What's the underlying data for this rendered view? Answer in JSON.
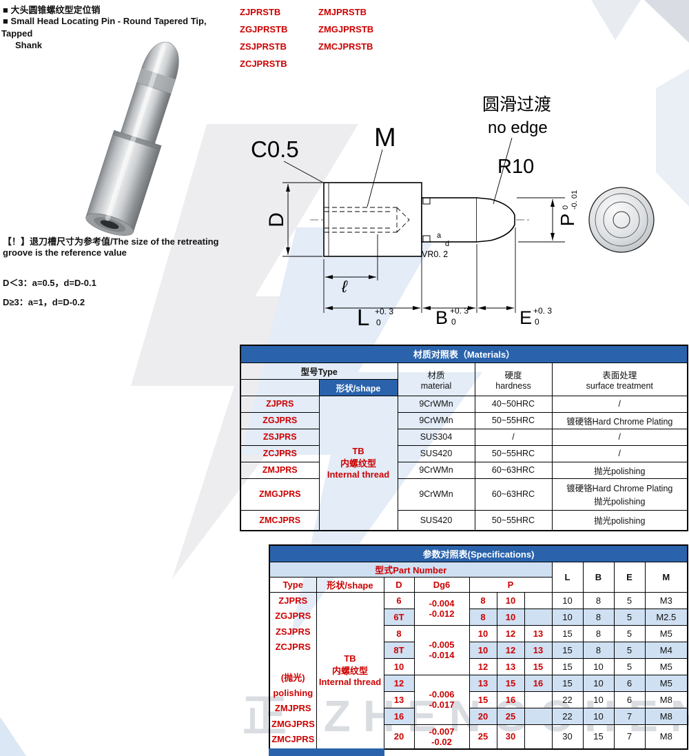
{
  "header": {
    "title_cn": "■ 大头圆锥螺纹型定位销",
    "title_en": "■ Small Head Locating Pin - Round Tapered Tip,",
    "title_en2": "Tapped",
    "title_en3": "Shank",
    "models_col1": [
      "ZJPRSTB",
      "ZGJPRSTB",
      "ZSJPRSTB",
      "ZCJPRSTB"
    ],
    "models_col2": [
      "ZMJPRSTB",
      "ZMGJPRSTB",
      "ZMCJPRSTB"
    ]
  },
  "notice": {
    "line1": "【！】退刀槽尺寸为参考值/The size of the retreating",
    "line2": "groove is the reference value",
    "rule1": "D＜3：a=0.5，d=D-0.1",
    "rule2": "D≥3：a=1，d=D-0.2"
  },
  "drawing": {
    "chamfer_label": "C0.5",
    "thread_label": "M",
    "smooth_cn": "圆滑过渡",
    "smooth_en": "no edge",
    "radius_label": "R10",
    "diameter_label": "D",
    "p_label": "P",
    "p_tol_top": "0",
    "p_tol_bot": "-0. 01",
    "depth_label": "ℓ",
    "groove_a": "a",
    "groove_d": "d",
    "vr_label": "VR0. 2",
    "dim_l": "L",
    "dim_b": "B",
    "dim_e": "E",
    "tol_top": "+0. 3",
    "tol_bot": "0"
  },
  "materials": {
    "title": "材质对照表（Materials）",
    "col_type": "型号Type",
    "col_shape": "形状/shape",
    "col_material": "材质\nmaterial",
    "col_hardness": "硬度\nhardness",
    "col_surface": "表面处理\nsurface treatment",
    "shape_cell": "TB\n内螺纹型\nInternal thread",
    "rows": [
      {
        "type": "ZJPRS",
        "material": "9CrWMn",
        "hardness": "40~50HRC",
        "surface": "/"
      },
      {
        "type": "ZGJPRS",
        "material": "9CrWMn",
        "hardness": "50~55HRC",
        "surface": "镀硬铬Hard Chrome Plating"
      },
      {
        "type": "ZSJPRS",
        "material": "SUS304",
        "hardness": "/",
        "surface": "/"
      },
      {
        "type": "ZCJPRS",
        "material": "SUS420",
        "hardness": "50~55HRC",
        "surface": "/"
      },
      {
        "type": "ZMJPRS",
        "material": "9CrWMn",
        "hardness": "60~63HRC",
        "surface": "抛光polishing"
      },
      {
        "type": "ZMGJPRS",
        "material": "9CrWMn",
        "hardness": "60~63HRC",
        "surface": "镀硬铬Hard Chrome Plating\n抛光polishing"
      },
      {
        "type": "ZMCJPRS",
        "material": "SUS420",
        "hardness": "50~55HRC",
        "surface": "抛光polishing"
      }
    ]
  },
  "specs": {
    "title": "参数对照表(Specifications)",
    "part_number_header": "型式Part Number",
    "col_type": "Type",
    "col_shape": "形状/shape",
    "col_d": "D",
    "col_dg6": "Dg6",
    "col_p": "P",
    "col_l": "L",
    "col_b": "B",
    "col_e": "E",
    "col_m": "M",
    "type_cell": "ZJPRS\nZGJPRS\nZSJPRS\nZCJPRS\n\n(抛光)\npolishing\nZMJPRS\nZMGJPRS\nZMCJPRS",
    "shape_cell": "TB\n内螺纹型\nInternal thread",
    "dg6": [
      "-0.004\n-0.012",
      "-0.005\n-0.014",
      "-0.006\n-0.017",
      "-0.007\n-0.02"
    ],
    "rows": [
      {
        "d": "6",
        "p1": "8",
        "p2": "10",
        "p3": "",
        "l": "10",
        "b": "8",
        "e": "5",
        "m": "M3"
      },
      {
        "d": "6T",
        "p1": "8",
        "p2": "10",
        "p3": "",
        "l": "10",
        "b": "8",
        "e": "5",
        "m": "M2.5"
      },
      {
        "d": "8",
        "p1": "10",
        "p2": "12",
        "p3": "13",
        "l": "15",
        "b": "8",
        "e": "5",
        "m": "M5"
      },
      {
        "d": "8T",
        "p1": "10",
        "p2": "12",
        "p3": "13",
        "l": "15",
        "b": "8",
        "e": "5",
        "m": "M4"
      },
      {
        "d": "10",
        "p1": "12",
        "p2": "13",
        "p3": "15",
        "l": "15",
        "b": "10",
        "e": "5",
        "m": "M5"
      },
      {
        "d": "12",
        "p1": "13",
        "p2": "15",
        "p3": "16",
        "l": "15",
        "b": "10",
        "e": "6",
        "m": "M5"
      },
      {
        "d": "13",
        "p1": "15",
        "p2": "16",
        "p3": "",
        "l": "22",
        "b": "10",
        "e": "6",
        "m": "M8"
      },
      {
        "d": "16",
        "p1": "20",
        "p2": "25",
        "p3": "",
        "l": "22",
        "b": "10",
        "e": "7",
        "m": "M8"
      },
      {
        "d": "20",
        "p1": "25",
        "p2": "30",
        "p3": "",
        "l": "30",
        "b": "15",
        "e": "7",
        "m": "M8"
      }
    ]
  },
  "watermark": {
    "text": "正 ZHENGCHEN"
  },
  "colors": {
    "accent_blue": "#2a63ac",
    "highlight_blue": "#cfe0f2",
    "brand_red": "#cc0000"
  }
}
